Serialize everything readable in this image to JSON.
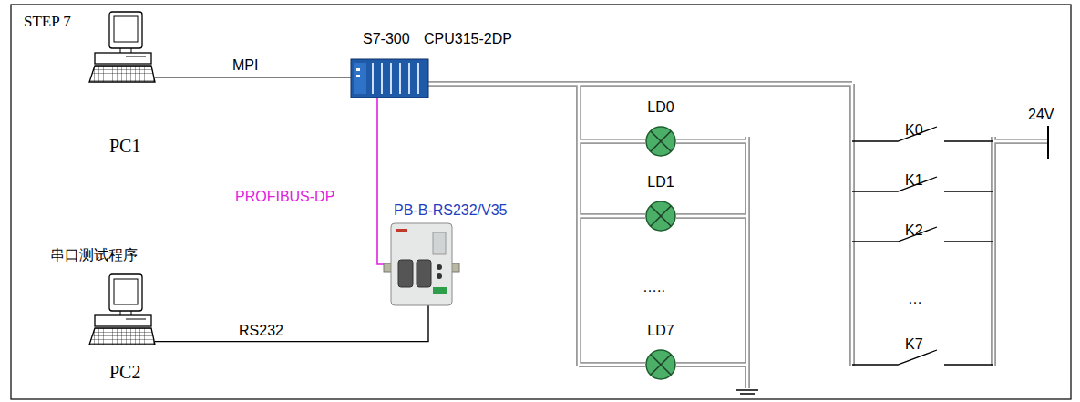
{
  "diagram": {
    "nodes": [
      {
        "text": [
          "STEP 7",
          "PC1"
        ]
      },
      {
        "text": [
          "S7-300",
          "CPU315-2DP"
        ]
      },
      {
        "text": [
          "PB-B-RS232/V35"
        ]
      },
      {
        "text": [
          "串口测试程序",
          "PC2"
        ]
      },
      {
        "text": [
          "LD0"
        ]
      },
      {
        "text": [
          "LD1"
        ]
      },
      {
        "text": [
          "LD7"
        ]
      }
    ],
    "edges": [
      {
        "from": 0,
        "to": 1,
        "label": "MPI",
        "arrow": "none"
      },
      {
        "from": 1,
        "to": 2,
        "label": "PROFIBUS-DP",
        "arrow": "none"
      },
      {
        "from": 3,
        "to": 2,
        "label": "RS232",
        "arrow": "none"
      }
    ],
    "labels": [
      "…..",
      "K0",
      "K1",
      "K2",
      "…",
      "K7",
      "24V"
    ]
  }
}
